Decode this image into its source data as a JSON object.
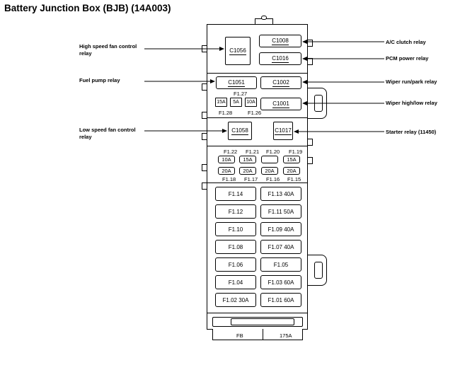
{
  "title": "Battery Junction Box (BJB) (14A003)",
  "callouts": {
    "high_speed_fan": "High speed fan control relay",
    "fuel_pump": "Fuel pump relay",
    "low_speed_fan": "Low speed fan control relay",
    "ac_clutch": "A/C clutch relay",
    "pcm_power": "PCM power relay",
    "wiper_run_park": "Wiper run/park relay",
    "wiper_high_low": "Wiper high/low relay",
    "starter": "Starter relay (11450)"
  },
  "relays": {
    "c1056": "C1056",
    "c1008": "C1008",
    "c1016": "C1016",
    "c1051": "C1051",
    "c1002": "C1002",
    "c1001": "C1001",
    "c1058": "C1058",
    "c1017": "C1017"
  },
  "mini_fuses_top": {
    "label_f127": "F1.27",
    "label_f128": "F1.28",
    "label_f126": "F1.26",
    "f128_amp": "15A",
    "f127_amp": "5A",
    "f126_amp": "10A"
  },
  "mini_fuses": {
    "labels_top": [
      "F1.22",
      "F1.21",
      "F1.20",
      "F1.19"
    ],
    "row1": [
      "10A",
      "15A",
      "",
      "15A"
    ],
    "row2": [
      "20A",
      "20A",
      "20A",
      "20A"
    ],
    "labels_bottom": [
      "F1.18",
      "F1.17",
      "F1.16",
      "F1.15"
    ]
  },
  "maxi_fuses": [
    [
      "F1.14",
      "F1.13  40A"
    ],
    [
      "F1.12",
      "F1.11  50A"
    ],
    [
      "F1.10",
      "F1.09  40A"
    ],
    [
      "F1.08",
      "F1.07  40A"
    ],
    [
      "F1.06",
      "F1.05"
    ],
    [
      "F1.04",
      "F1.03  60A"
    ],
    [
      "F1.02   30A",
      "F1.01  60A"
    ]
  ],
  "bottom": {
    "fb": "FB",
    "amp": "175A"
  }
}
